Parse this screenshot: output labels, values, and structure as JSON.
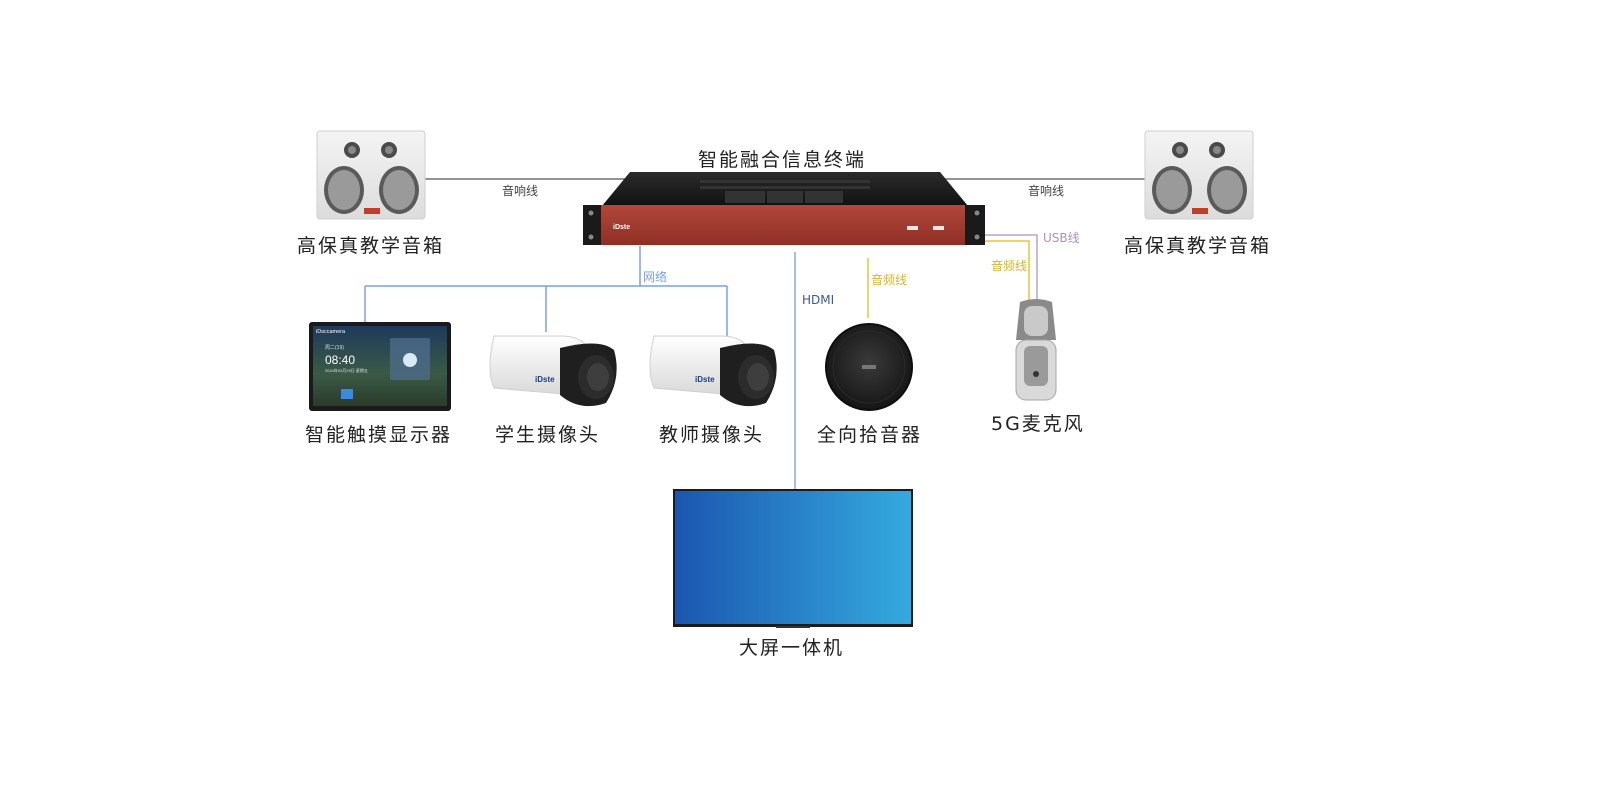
{
  "devices": {
    "terminal": "智能融合信息终端",
    "speaker_left": "高保真教学音箱",
    "speaker_right": "高保真教学音箱",
    "touch_display": "智能触摸显示器",
    "student_camera": "学生摄像头",
    "teacher_camera": "教师摄像头",
    "omni_mic": "全向拾音器",
    "mic_5g": "5G麦克风",
    "big_screen": "大屏一体机"
  },
  "cables": {
    "audio_left": "音响线",
    "audio_right": "音响线",
    "network": "网络",
    "hdmi": "HDMI",
    "audio_omni": "音频线",
    "audio_5g": "音频线",
    "usb": "USB线"
  },
  "brand": "iDste",
  "screen_ui": {
    "brand": "iDsccamera",
    "time": "08:40",
    "weekday": "周二(19)",
    "date": "2024年03月29日 星期五"
  },
  "colors": {
    "terminal_front": "#a83a2e",
    "network_line": "#7aa0de",
    "hdmi_line": "#8fa9d9",
    "audio_line": "#e2c73a",
    "usb_line": "#b7a3c9",
    "speaker_line": "#555555",
    "screen_gradient_left": "#1b56b0",
    "screen_gradient_right": "#35aadf"
  },
  "icons": [
    "speaker-icon",
    "rack-terminal-icon",
    "touch-display-icon",
    "camera-icon",
    "conference-mic-icon",
    "wireless-mic-icon",
    "tv-screen-icon"
  ]
}
